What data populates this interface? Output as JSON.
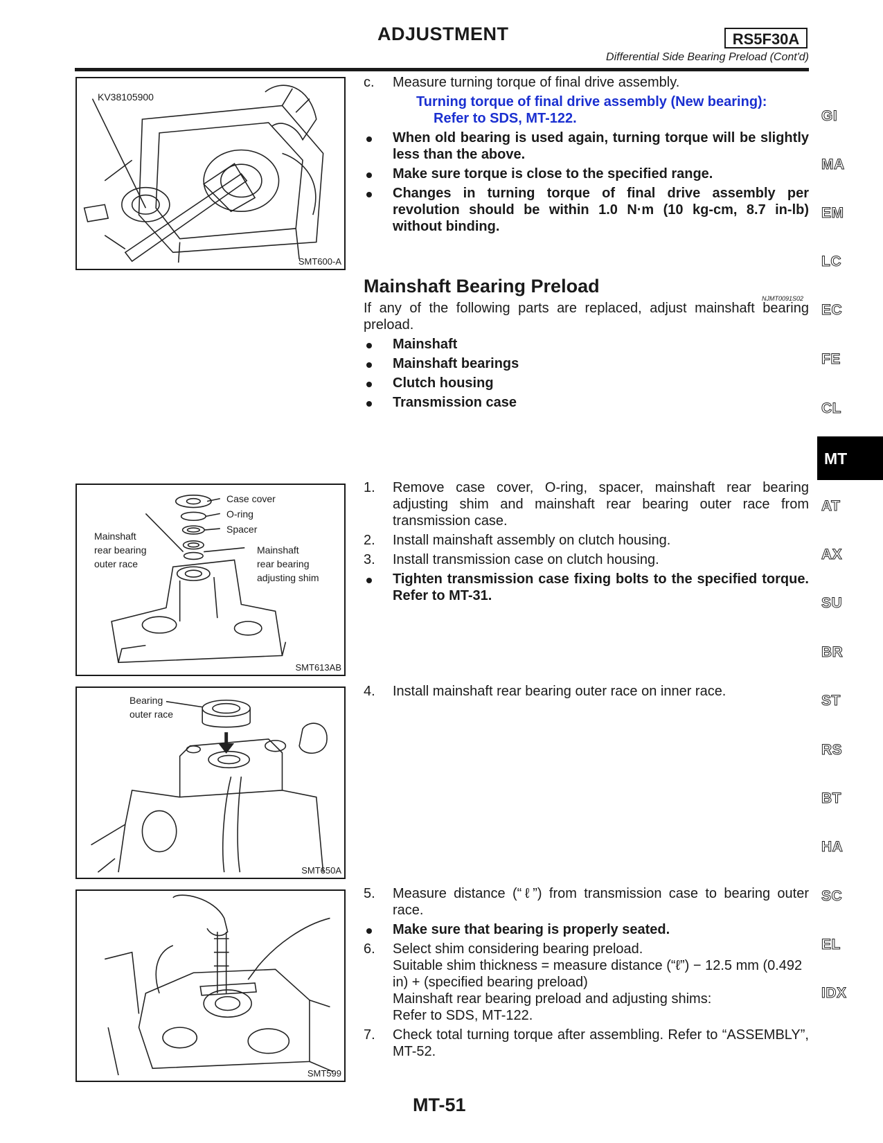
{
  "header": {
    "title": "ADJUSTMENT",
    "model": "RS5F30A",
    "subtitle": "Differential Side Bearing Preload (Cont'd)"
  },
  "figures": [
    {
      "code": "SMT600-A",
      "labels": [
        "KV38105900"
      ]
    },
    {
      "code": "SMT613AB",
      "labels": [
        "Case cover",
        "O-ring",
        "Spacer",
        "Mainshaft\nrear bearing\nouter race",
        "Mainshaft\nrear bearing\nadjusting shim"
      ]
    },
    {
      "code": "SMT650A",
      "labels": [
        "Bearing\nouter race"
      ]
    },
    {
      "code": "SMT599",
      "labels": []
    }
  ],
  "block1": {
    "step_c": {
      "marker": "c.",
      "text": "Measure turning torque of final drive assembly."
    },
    "spec_line1": "Turning torque of final drive assembly (New bearing):",
    "spec_line2": "Refer to SDS, MT-122.",
    "bullets": [
      "When old bearing is used again, turning torque will be slightly less than the above.",
      "Make sure torque is close to the specified range.",
      "Changes in turning torque of final drive assembly per revolution should be within 1.0 N·m (10 kg-cm, 8.7 in-lb) without binding."
    ]
  },
  "section": {
    "title": "Mainshaft Bearing Preload",
    "code": "NJMT0091S02",
    "intro": "If any of the following parts are replaced, adjust mainshaft bearing preload.",
    "parts": [
      "Mainshaft",
      "Mainshaft bearings",
      "Clutch housing",
      "Transmission case"
    ]
  },
  "block2": {
    "steps": [
      {
        "marker": "1.",
        "text": "Remove case cover, O-ring, spacer, mainshaft rear bearing adjusting shim and mainshaft rear bearing outer race from transmission case."
      },
      {
        "marker": "2.",
        "text": "Install mainshaft assembly on clutch housing."
      },
      {
        "marker": "3.",
        "text": "Install transmission case on clutch housing."
      }
    ],
    "bullet": "Tighten transmission case fixing bolts to the specified torque. Refer to MT-31."
  },
  "block3": {
    "step4": {
      "marker": "4.",
      "text": "Install mainshaft rear bearing outer race on inner race."
    }
  },
  "block4": {
    "step5": {
      "marker": "5.",
      "text": "Measure distance (“ℓ”) from transmission case to bearing outer race."
    },
    "bullet": "Make sure that bearing is properly seated.",
    "step6": {
      "marker": "6.",
      "text": "Select shim considering bearing preload."
    },
    "step6_formula": "Suitable shim thickness = measure distance (“ℓ”) − 12.5 mm (0.492 in) + (specified bearing preload)",
    "step6_ref1": "Mainshaft rear bearing preload and adjusting shims:",
    "step6_ref2": "Refer to SDS, MT-122.",
    "step7": {
      "marker": "7.",
      "text": "Check total turning torque after assembling. Refer to “ASSEMBLY”, MT-52."
    }
  },
  "side_tabs": [
    "GI",
    "MA",
    "EM",
    "LC",
    "EC",
    "FE",
    "CL",
    "MT",
    "AT",
    "AX",
    "SU",
    "BR",
    "ST",
    "RS",
    "BT",
    "HA",
    "SC",
    "EL",
    "IDX"
  ],
  "active_tab": "MT",
  "page_number": "MT-51"
}
